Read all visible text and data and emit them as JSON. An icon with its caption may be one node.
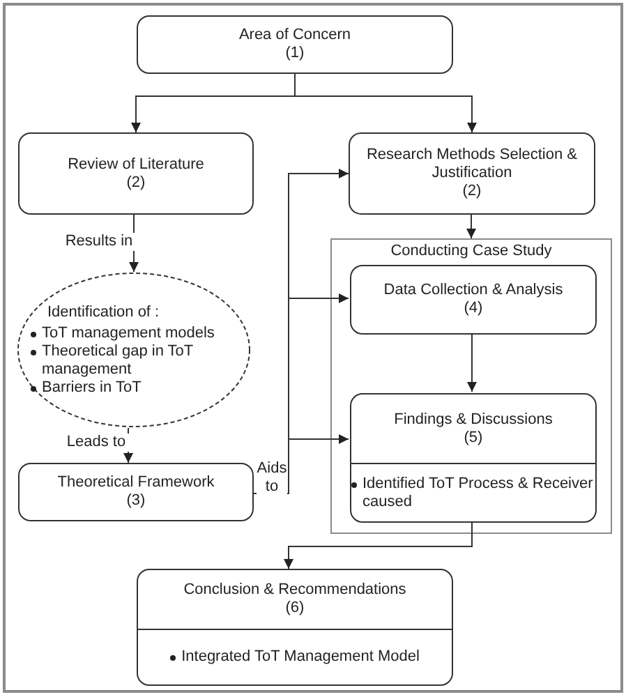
{
  "diagram": {
    "nodes": [
      {
        "text": [
          "Area of Concern",
          "(1)"
        ]
      },
      {
        "text": [
          "Review of Literature",
          "(2)"
        ]
      },
      {
        "text": [
          "Research Methods Selection & Justification",
          "(2)"
        ]
      },
      {
        "text": [
          "Identification of :",
          "ToT management models",
          "Theoretical gap in ToT management",
          "Barriers in ToT"
        ]
      },
      {
        "text": [
          "Conducting Case Study"
        ]
      },
      {
        "text": [
          "Data Collection & Analysis",
          "(4)"
        ],
        "in": 4
      },
      {
        "text": [
          "Findings & Discussions",
          "(5)",
          "Identified ToT Process & Receiver caused"
        ],
        "in": 4
      },
      {
        "text": [
          "Theoretical Framework",
          "(3)"
        ]
      },
      {
        "text": [
          "Conclusion & Recommendations",
          "(6)",
          "Integrated ToT Management Model"
        ]
      }
    ],
    "edges": [
      {
        "from": 0,
        "to": 1,
        "arrow": "to"
      },
      {
        "from": 0,
        "to": 2,
        "arrow": "to"
      },
      {
        "from": 1,
        "to": 3,
        "arrow": "to",
        "label": "Results in"
      },
      {
        "from": 3,
        "to": 7,
        "arrow": "to",
        "label": "Leads to"
      },
      {
        "from": 7,
        "to": 2,
        "arrow": "to",
        "label": "Aids to"
      },
      {
        "from": 7,
        "to": 5,
        "arrow": "to"
      },
      {
        "from": 7,
        "to": 6,
        "arrow": "to"
      },
      {
        "from": 2,
        "to": 4,
        "arrow": "to"
      },
      {
        "from": 5,
        "to": 6,
        "arrow": "to"
      },
      {
        "from": 6,
        "to": 8,
        "arrow": "to"
      }
    ]
  }
}
